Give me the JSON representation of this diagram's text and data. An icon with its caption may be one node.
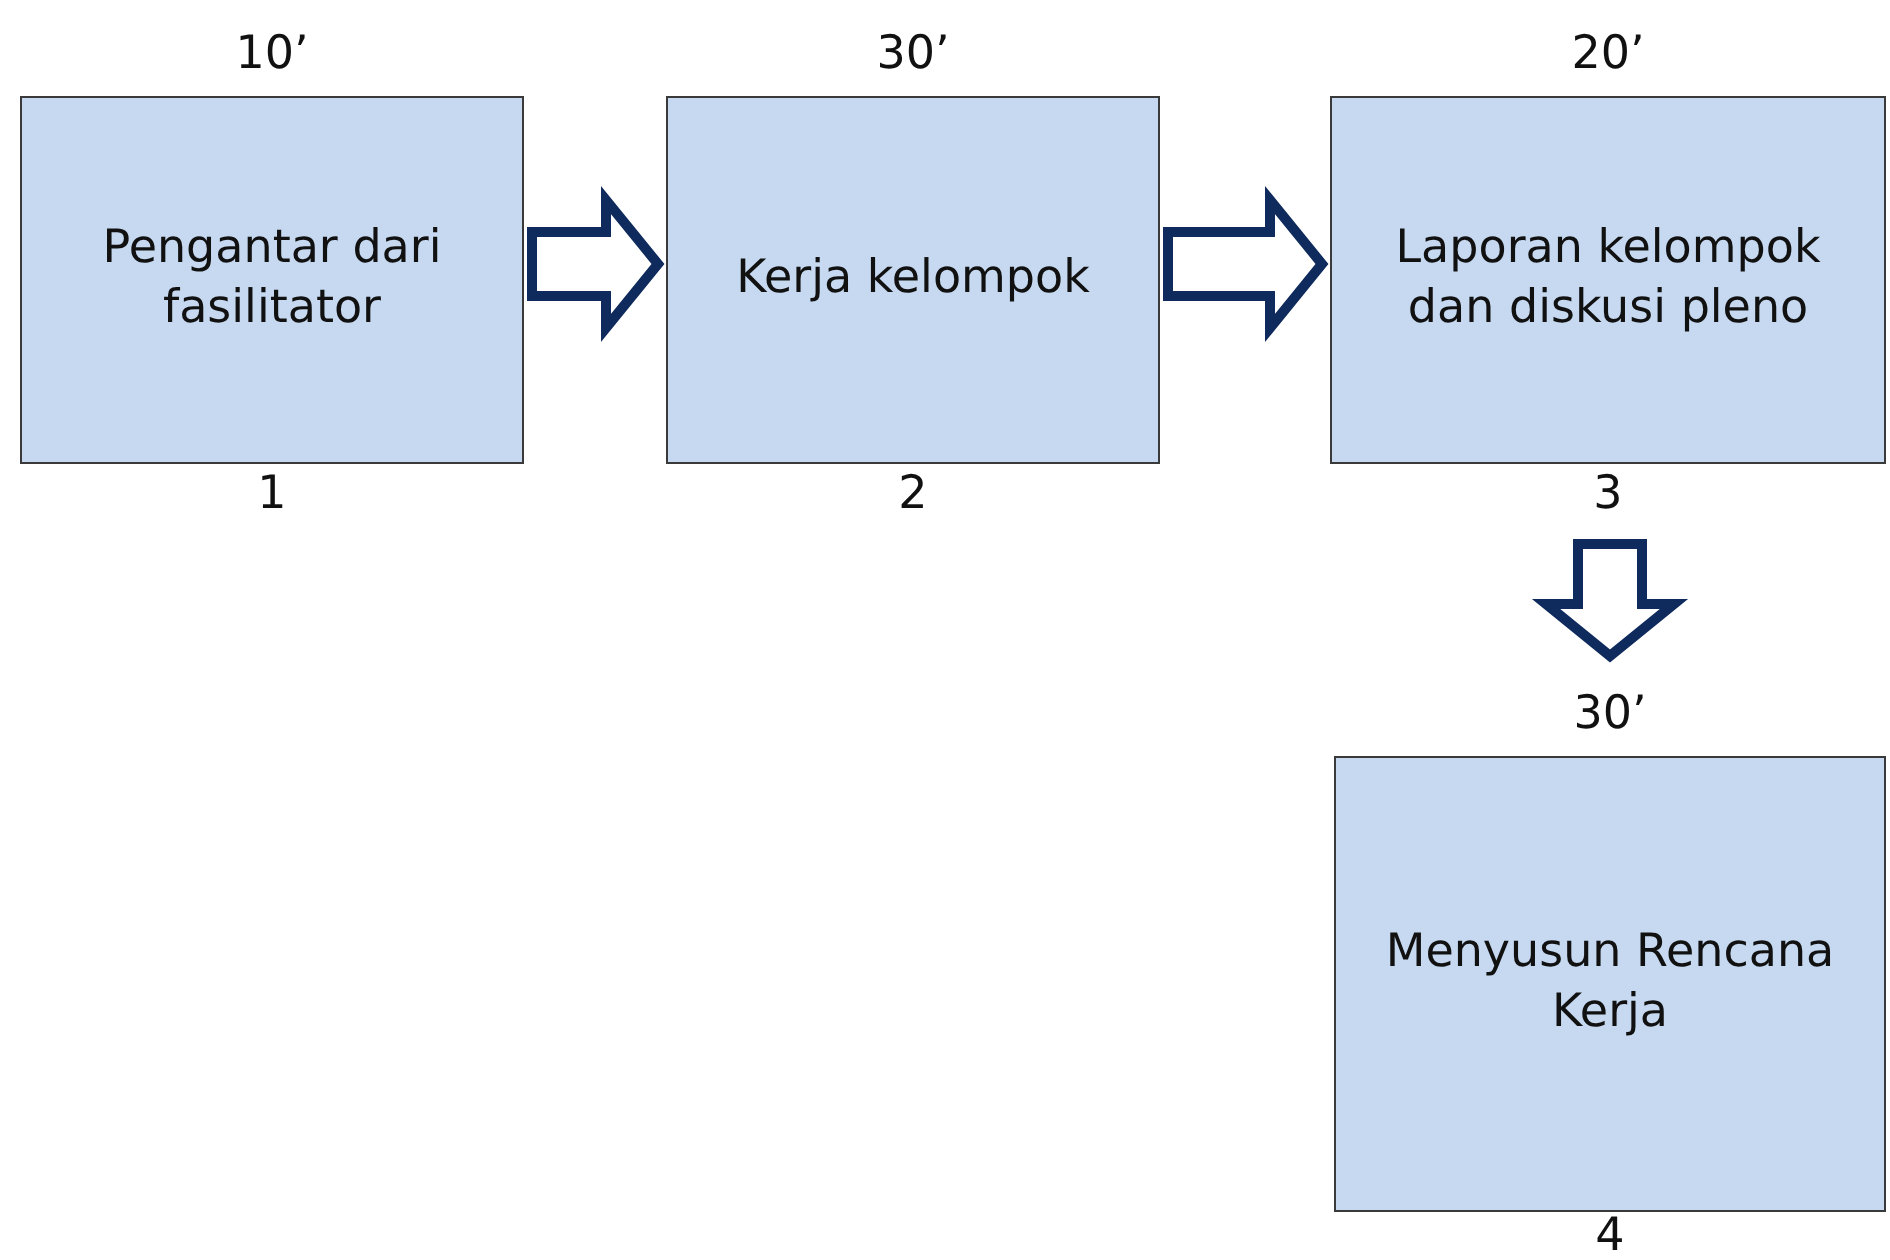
{
  "diagram": {
    "nodes": [
      {
        "text": [
          "Pengantar dari fasilitator"
        ],
        "beside": [
          "10’",
          "1"
        ]
      },
      {
        "text": [
          "Kerja kelompok"
        ],
        "beside": [
          "30’",
          "2"
        ]
      },
      {
        "text": [
          "Laporan kelompok dan diskusi pleno"
        ],
        "beside": [
          "20’",
          "3"
        ]
      },
      {
        "text": [
          "Menyusun Rencana Kerja"
        ],
        "beside": [
          "30’",
          "4"
        ]
      }
    ],
    "edges": [
      {
        "from": 0,
        "to": 1,
        "arrow": "to"
      },
      {
        "from": 1,
        "to": 2,
        "arrow": "to"
      },
      {
        "from": 2,
        "to": 3,
        "arrow": "to"
      }
    ]
  }
}
